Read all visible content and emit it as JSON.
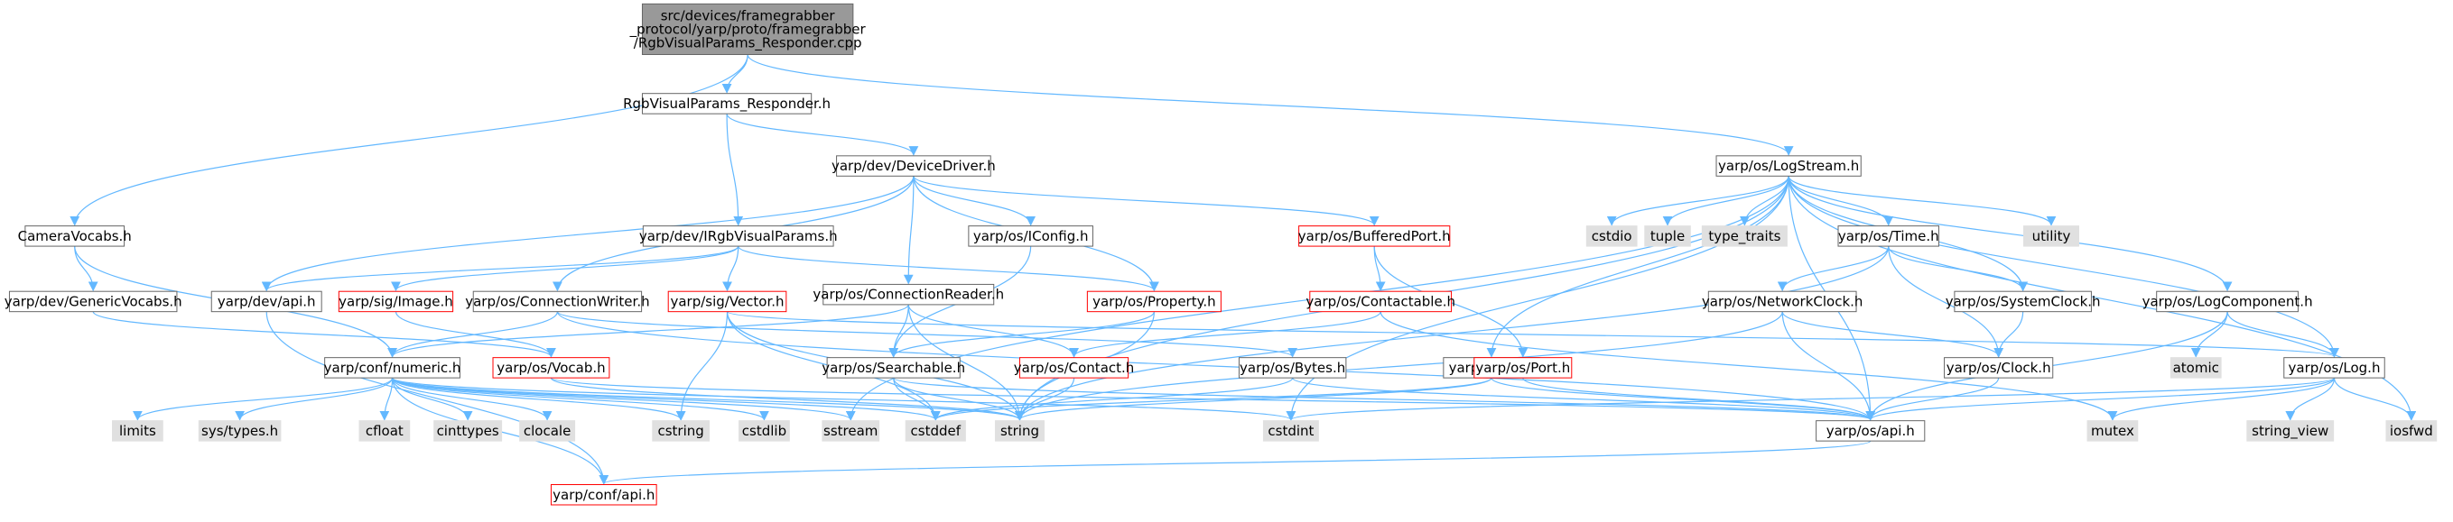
{
  "colors": {
    "edge": "#63b8ff",
    "node_fill": "#ffffff",
    "node_border": "#666666",
    "root_fill": "#999999",
    "root_border": "#666666",
    "external_fill": "#e0e0e0",
    "external_border": "#e0e0e0",
    "incomplete_border": "#ff0000",
    "text": "#000000"
  },
  "nodes": [
    {
      "id": "root",
      "lines": [
        "src/devices/framegrabber",
        "_protocol/yarp/proto/framegrabber",
        "/RgbVisualParams_Responder.cpp"
      ],
      "kind": "root"
    },
    {
      "id": "rvp_resp_h",
      "lines": [
        "RgbVisualParams_Responder.h"
      ],
      "kind": "normal"
    },
    {
      "id": "cameravocabs",
      "lines": [
        "CameraVocabs.h"
      ],
      "kind": "normal"
    },
    {
      "id": "logstream",
      "lines": [
        "yarp/os/LogStream.h"
      ],
      "kind": "normal"
    },
    {
      "id": "devicedriver",
      "lines": [
        "yarp/dev/DeviceDriver.h"
      ],
      "kind": "normal"
    },
    {
      "id": "irgbvisual",
      "lines": [
        "yarp/dev/IRgbVisualParams.h"
      ],
      "kind": "normal"
    },
    {
      "id": "genericvocabs",
      "lines": [
        "yarp/dev/GenericVocabs.h"
      ],
      "kind": "normal"
    },
    {
      "id": "devapi",
      "lines": [
        "yarp/dev/api.h"
      ],
      "kind": "normal"
    },
    {
      "id": "sigimage",
      "lines": [
        "yarp/sig/Image.h"
      ],
      "kind": "incomplete"
    },
    {
      "id": "connwriter",
      "lines": [
        "yarp/os/ConnectionWriter.h"
      ],
      "kind": "normal"
    },
    {
      "id": "sigvector",
      "lines": [
        "yarp/sig/Vector.h"
      ],
      "kind": "incomplete"
    },
    {
      "id": "connreader",
      "lines": [
        "yarp/os/ConnectionReader.h"
      ],
      "kind": "normal"
    },
    {
      "id": "iconfig",
      "lines": [
        "yarp/os/IConfig.h"
      ],
      "kind": "normal"
    },
    {
      "id": "property",
      "lines": [
        "yarp/os/Property.h"
      ],
      "kind": "incomplete"
    },
    {
      "id": "bufferedport",
      "lines": [
        "yarp/os/BufferedPort.h"
      ],
      "kind": "incomplete"
    },
    {
      "id": "contactable",
      "lines": [
        "yarp/os/Contactable.h"
      ],
      "kind": "incomplete"
    },
    {
      "id": "cstdio",
      "lines": [
        "cstdio"
      ],
      "kind": "external"
    },
    {
      "id": "tuple",
      "lines": [
        "tuple"
      ],
      "kind": "external"
    },
    {
      "id": "type_traits",
      "lines": [
        "type_traits"
      ],
      "kind": "external"
    },
    {
      "id": "ostime",
      "lines": [
        "yarp/os/Time.h"
      ],
      "kind": "normal"
    },
    {
      "id": "utility",
      "lines": [
        "utility"
      ],
      "kind": "external"
    },
    {
      "id": "networkclock",
      "lines": [
        "yarp/os/NetworkClock.h"
      ],
      "kind": "normal"
    },
    {
      "id": "systemclock",
      "lines": [
        "yarp/os/SystemClock.h"
      ],
      "kind": "normal"
    },
    {
      "id": "logcomponent",
      "lines": [
        "yarp/os/LogComponent.h"
      ],
      "kind": "normal"
    },
    {
      "id": "numeric",
      "lines": [
        "yarp/conf/numeric.h"
      ],
      "kind": "normal"
    },
    {
      "id": "osvocab",
      "lines": [
        "yarp/os/Vocab.h"
      ],
      "kind": "incomplete"
    },
    {
      "id": "searchable",
      "lines": [
        "yarp/os/Searchable.h"
      ],
      "kind": "normal"
    },
    {
      "id": "contact",
      "lines": [
        "yarp/os/Contact.h"
      ],
      "kind": "incomplete"
    },
    {
      "id": "bytes",
      "lines": [
        "yarp/os/Bytes.h"
      ],
      "kind": "normal"
    },
    {
      "id": "osos",
      "lines": [
        "yarp/os/Os.h"
      ],
      "kind": "normal"
    },
    {
      "id": "port",
      "lines": [
        "yarp/os/Port.h"
      ],
      "kind": "incomplete"
    },
    {
      "id": "clock",
      "lines": [
        "yarp/os/Clock.h"
      ],
      "kind": "normal"
    },
    {
      "id": "atomic",
      "lines": [
        "atomic"
      ],
      "kind": "external"
    },
    {
      "id": "oslog",
      "lines": [
        "yarp/os/Log.h"
      ],
      "kind": "normal"
    },
    {
      "id": "limits",
      "lines": [
        "limits"
      ],
      "kind": "external"
    },
    {
      "id": "systypes",
      "lines": [
        "sys/types.h"
      ],
      "kind": "external"
    },
    {
      "id": "cfloat",
      "lines": [
        "cfloat"
      ],
      "kind": "external"
    },
    {
      "id": "cinttypes",
      "lines": [
        "cinttypes"
      ],
      "kind": "external"
    },
    {
      "id": "clocale",
      "lines": [
        "clocale"
      ],
      "kind": "external"
    },
    {
      "id": "cstring",
      "lines": [
        "cstring"
      ],
      "kind": "external"
    },
    {
      "id": "cstdlib",
      "lines": [
        "cstdlib"
      ],
      "kind": "external"
    },
    {
      "id": "sstream",
      "lines": [
        "sstream"
      ],
      "kind": "external"
    },
    {
      "id": "cstddef",
      "lines": [
        "cstddef"
      ],
      "kind": "external"
    },
    {
      "id": "string",
      "lines": [
        "string"
      ],
      "kind": "external"
    },
    {
      "id": "cstdint",
      "lines": [
        "cstdint"
      ],
      "kind": "external"
    },
    {
      "id": "osapi",
      "lines": [
        "yarp/os/api.h"
      ],
      "kind": "normal"
    },
    {
      "id": "mutex",
      "lines": [
        "mutex"
      ],
      "kind": "external"
    },
    {
      "id": "string_view",
      "lines": [
        "string_view"
      ],
      "kind": "external"
    },
    {
      "id": "iosfwd",
      "lines": [
        "iosfwd"
      ],
      "kind": "external"
    },
    {
      "id": "confapi",
      "lines": [
        "yarp/conf/api.h"
      ],
      "kind": "incomplete"
    }
  ],
  "edges": [
    [
      "root",
      "rvp_resp_h"
    ],
    [
      "root",
      "cameravocabs"
    ],
    [
      "root",
      "logstream"
    ],
    [
      "rvp_resp_h",
      "devicedriver"
    ],
    [
      "rvp_resp_h",
      "irgbvisual"
    ],
    [
      "cameravocabs",
      "genericvocabs"
    ],
    [
      "cameravocabs",
      "numeric"
    ],
    [
      "devicedriver",
      "devapi"
    ],
    [
      "devicedriver",
      "connwriter"
    ],
    [
      "devicedriver",
      "connreader"
    ],
    [
      "devicedriver",
      "iconfig"
    ],
    [
      "devicedriver",
      "property"
    ],
    [
      "devicedriver",
      "bufferedport"
    ],
    [
      "irgbvisual",
      "devapi"
    ],
    [
      "irgbvisual",
      "sigimage"
    ],
    [
      "irgbvisual",
      "sigvector"
    ],
    [
      "irgbvisual",
      "property"
    ],
    [
      "genericvocabs",
      "osvocab"
    ],
    [
      "devapi",
      "confapi"
    ],
    [
      "sigimage",
      "osvocab"
    ],
    [
      "connwriter",
      "numeric"
    ],
    [
      "connwriter",
      "bytes"
    ],
    [
      "connwriter",
      "osapi"
    ],
    [
      "sigvector",
      "cstring"
    ],
    [
      "sigvector",
      "string"
    ],
    [
      "sigvector",
      "cstddef"
    ],
    [
      "sigvector",
      "oslog"
    ],
    [
      "connreader",
      "numeric"
    ],
    [
      "connreader",
      "searchable"
    ],
    [
      "connreader",
      "contact"
    ],
    [
      "connreader",
      "string"
    ],
    [
      "iconfig",
      "searchable"
    ],
    [
      "property",
      "searchable"
    ],
    [
      "property",
      "string"
    ],
    [
      "bufferedport",
      "contactable"
    ],
    [
      "bufferedport",
      "port"
    ],
    [
      "contactable",
      "contact"
    ],
    [
      "contactable",
      "mutex"
    ],
    [
      "logstream",
      "cstdio"
    ],
    [
      "logstream",
      "tuple"
    ],
    [
      "logstream",
      "type_traits"
    ],
    [
      "logstream",
      "ostime"
    ],
    [
      "logstream",
      "utility"
    ],
    [
      "logstream",
      "systemclock"
    ],
    [
      "logstream",
      "logcomponent"
    ],
    [
      "logstream",
      "oslog"
    ],
    [
      "logstream",
      "iosfwd"
    ],
    [
      "logstream",
      "osapi"
    ],
    [
      "logstream",
      "string"
    ],
    [
      "logstream",
      "sstream"
    ],
    [
      "logstream",
      "cstdint"
    ],
    [
      "logstream",
      "osos"
    ],
    [
      "ostime",
      "networkclock"
    ],
    [
      "ostime",
      "systemclock"
    ],
    [
      "ostime",
      "clock"
    ],
    [
      "ostime",
      "string"
    ],
    [
      "networkclock",
      "clock"
    ],
    [
      "networkclock",
      "osapi"
    ],
    [
      "networkclock",
      "string"
    ],
    [
      "systemclock",
      "clock"
    ],
    [
      "logcomponent",
      "atomic"
    ],
    [
      "logcomponent",
      "oslog"
    ],
    [
      "logcomponent",
      "osapi"
    ],
    [
      "numeric",
      "limits"
    ],
    [
      "numeric",
      "systypes"
    ],
    [
      "numeric",
      "cfloat"
    ],
    [
      "numeric",
      "cinttypes"
    ],
    [
      "numeric",
      "clocale"
    ],
    [
      "numeric",
      "cstring"
    ],
    [
      "numeric",
      "cstdlib"
    ],
    [
      "numeric",
      "sstream"
    ],
    [
      "numeric",
      "cstddef"
    ],
    [
      "numeric",
      "string"
    ],
    [
      "numeric",
      "cstdint"
    ],
    [
      "numeric",
      "confapi"
    ],
    [
      "osvocab",
      "string"
    ],
    [
      "osvocab",
      "osapi"
    ],
    [
      "searchable",
      "string"
    ],
    [
      "searchable",
      "cstddef"
    ],
    [
      "searchable",
      "osapi"
    ],
    [
      "contact",
      "string"
    ],
    [
      "bytes",
      "cstddef"
    ],
    [
      "bytes",
      "osapi"
    ],
    [
      "osos",
      "cstddef"
    ],
    [
      "osos",
      "osapi"
    ],
    [
      "osos",
      "string"
    ],
    [
      "port",
      "osapi"
    ],
    [
      "clock",
      "osapi"
    ],
    [
      "oslog",
      "cstdint"
    ],
    [
      "oslog",
      "string_view"
    ],
    [
      "oslog",
      "iosfwd"
    ],
    [
      "oslog",
      "mutex"
    ],
    [
      "oslog",
      "osapi"
    ],
    [
      "osapi",
      "confapi"
    ]
  ]
}
